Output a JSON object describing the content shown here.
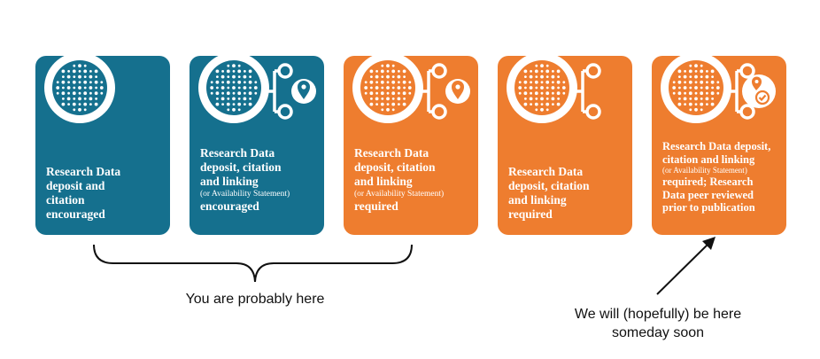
{
  "colors": {
    "teal": "#15708e",
    "orange": "#ee7d2f",
    "white": "#ffffff",
    "ink": "#111111"
  },
  "cards": [
    {
      "color": "teal",
      "icons": [],
      "lines": [
        "Research Data",
        "deposit and",
        "citation",
        "encouraged"
      ]
    },
    {
      "color": "teal",
      "icons": [
        "location-pin-icon"
      ],
      "lines": [
        "Research Data",
        "deposit, citation",
        "and linking",
        "(or Availability Statement)",
        "encouraged"
      ]
    },
    {
      "color": "orange",
      "icons": [
        "location-pin-icon"
      ],
      "lines": [
        "Research Data",
        "deposit, citation",
        "and linking",
        "(or Availability Statement)",
        "required"
      ]
    },
    {
      "color": "orange",
      "icons": [],
      "lines": [
        "Research Data",
        "deposit, citation",
        "and linking",
        "required"
      ]
    },
    {
      "color": "orange",
      "icons": [
        "location-pin-icon",
        "checkmark-icon"
      ],
      "lines": [
        "Research Data deposit,",
        "citation and linking",
        "(or Availability Statement)",
        "required; Research",
        "Data peer reviewed",
        "prior to publication"
      ]
    }
  ],
  "annotations": {
    "bracket_label": "You are probably here",
    "arrow_label_line1": "We will (hopefully) be here",
    "arrow_label_line2": "someday soon"
  }
}
